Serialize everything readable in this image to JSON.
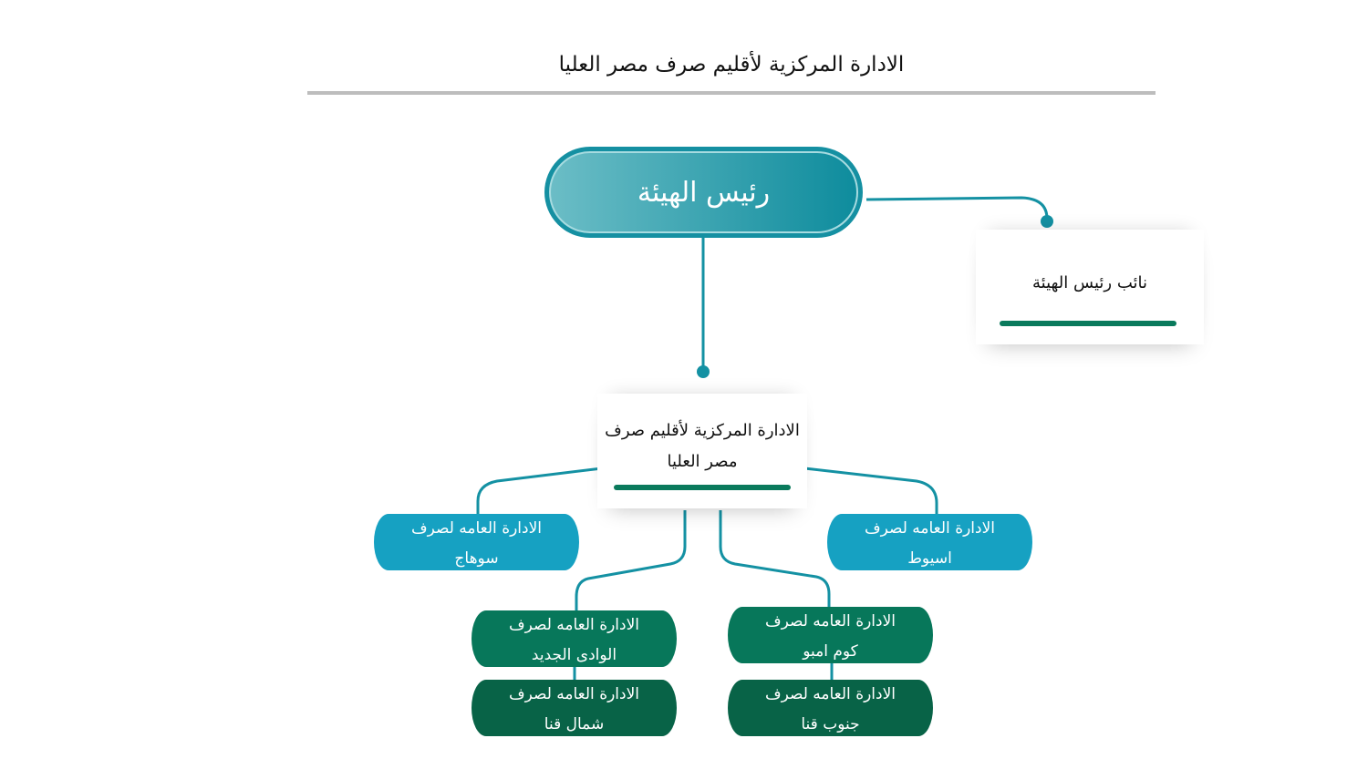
{
  "title": "الادارة المركزية لأقليم صرف مصر العليا",
  "head": "رئيس الهيئة",
  "deputy": "نائب رئيس الهيئة",
  "central": {
    "line1": "الادارة المركزية لأقليم صرف",
    "line2": "مصر العليا"
  },
  "departments": [
    {
      "line1": "الادارة العامه لصرف",
      "line2": "سوهاج"
    },
    {
      "line1": "الادارة العامه لصرف",
      "line2": "اسيوط"
    },
    {
      "line1": "الادارة العامه لصرف",
      "line2": "الوادى الجديد"
    },
    {
      "line1": "الادارة العامه لصرف",
      "line2": "كوم امبو"
    },
    {
      "line1": "الادارة العامه لصرف",
      "line2": "شمال قنا"
    },
    {
      "line1": "الادارة العامه لصرف",
      "line2": "جنوب قنا"
    }
  ],
  "colors": {
    "teal": "#1590a2",
    "blue": "#16a1c2",
    "green": "#07775a",
    "dark_green": "#086347"
  }
}
